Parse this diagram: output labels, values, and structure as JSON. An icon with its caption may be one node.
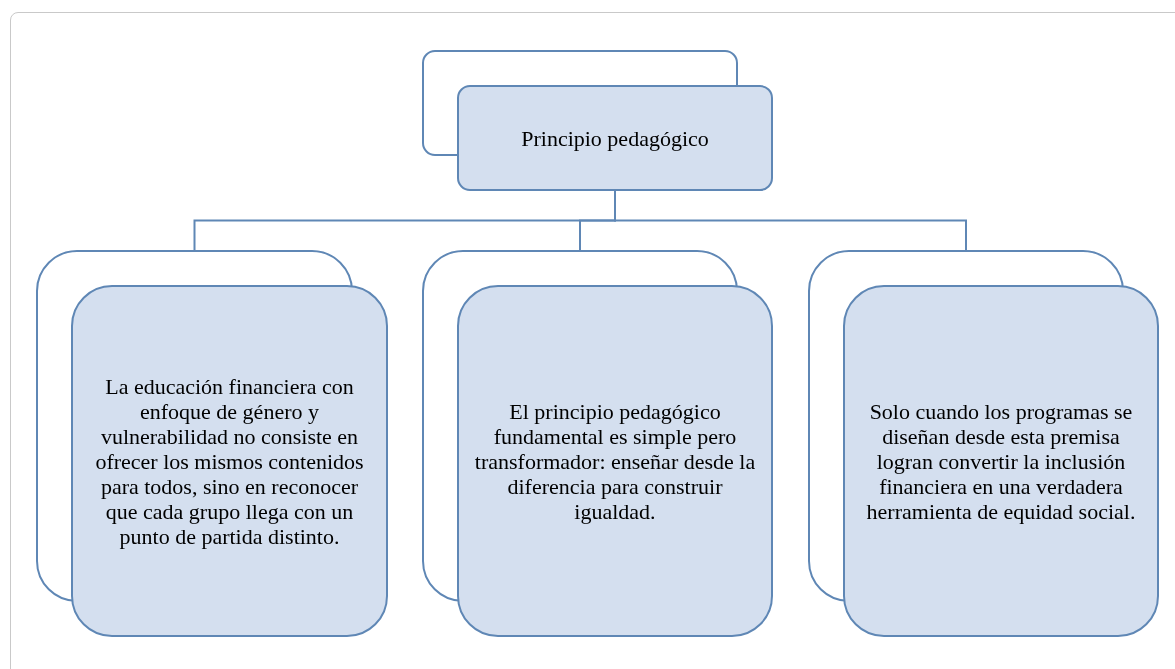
{
  "diagram": {
    "nodes": [
      {
        "text": [
          "Principio pedagógico"
        ]
      },
      {
        "text": [
          "La educación financiera con enfoque de género y vulnerabilidad no consiste en ofrecer los mismos contenidos para todos, sino en reconocer que cada grupo llega con un punto de partida distinto."
        ]
      },
      {
        "text": [
          "El principio pedagógico fundamental es simple pero transformador: enseñar desde la diferencia para construir igualdad."
        ]
      },
      {
        "text": [
          "Solo cuando los programas se diseñan desde esta premisa logran convertir la inclusión financiera en una verdadera herramienta de equidad social."
        ]
      }
    ],
    "edges": [
      {
        "from": 0,
        "to": 1,
        "arrow": "none"
      },
      {
        "from": 0,
        "to": 2,
        "arrow": "none"
      },
      {
        "from": 0,
        "to": 3,
        "arrow": "none"
      }
    ]
  }
}
